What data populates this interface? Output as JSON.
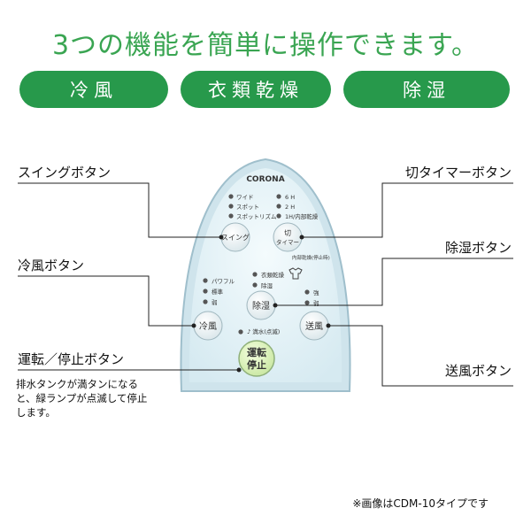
{
  "headline": "3つの機能を簡単に操作できます。",
  "features": [
    "冷風",
    "衣類乾燥",
    "除湿"
  ],
  "callouts": {
    "swing": "スイングボタン",
    "cool": "冷風ボタン",
    "power": "運転／停止ボタン",
    "timer": "切タイマーボタン",
    "dehumid": "除湿ボタン",
    "fan": "送風ボタン"
  },
  "note": "排水タンクが満タンになると、緑ランプが点滅して停止します。",
  "footnote": "※画像はCDM-10タイプです",
  "remote": {
    "brand": "CORONA",
    "swing_modes": [
      "ワイド",
      "スポット",
      "スポットリズム"
    ],
    "timer_modes": [
      "6 H",
      "2 H",
      "1H/内部乾燥"
    ],
    "swing_btn": "スイング",
    "timer_btn_line1": "切",
    "timer_btn_line2": "タイマー",
    "internal_dry": "内部乾燥(停止時)",
    "dehumid_modes": [
      "衣類乾燥",
      "除湿"
    ],
    "cool_modes": [
      "パワフル",
      "標準",
      "弱"
    ],
    "fan_modes": [
      "強",
      "弱"
    ],
    "cool_btn": "冷風",
    "dehumid_btn": "除湿",
    "fan_btn": "送風",
    "tank_full": "満水(点滅)",
    "power_line1": "運転",
    "power_line2": "停止"
  }
}
